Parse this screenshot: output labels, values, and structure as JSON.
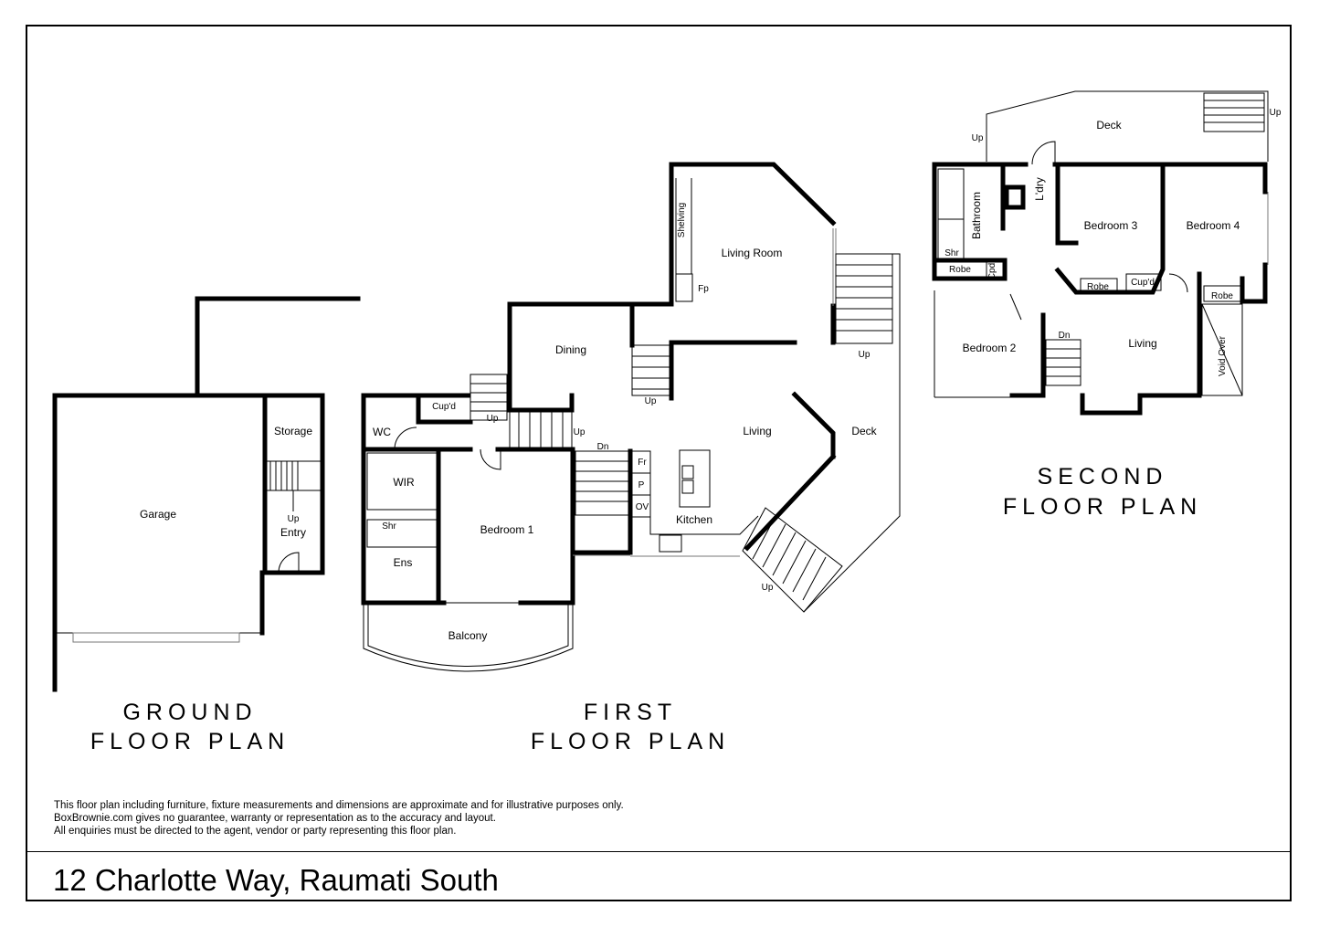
{
  "address": "12 Charlotte Way, Raumati South",
  "disclaimer": {
    "line1": "This floor plan including furniture, fixture measurements and dimensions are approximate and for illustrative purposes only.",
    "line2": "BoxBrownie.com gives no guarantee, warranty or representation as to the accuracy and layout.",
    "line3": "All enquiries must be directed to the agent, vendor or party representing this floor plan."
  },
  "ground": {
    "title_line1": "GROUND",
    "title_line2": "FLOOR PLAN",
    "rooms": {
      "garage": "Garage",
      "storage": "Storage",
      "entry": "Entry",
      "stair_up": "Up"
    }
  },
  "first": {
    "title_line1": "FIRST",
    "title_line2": "FLOOR PLAN",
    "rooms": {
      "living_room": "Living Room",
      "shelving": "Shelving",
      "fp": "Fp",
      "dining": "Dining",
      "living": "Living",
      "kitchen": "Kitchen",
      "fr": "Fr",
      "p": "P",
      "ov": "OV",
      "deck": "Deck",
      "wc": "WC",
      "cupd": "Cup'd",
      "wir": "WIR",
      "bedroom1": "Bedroom 1",
      "shr": "Shr",
      "ens": "Ens",
      "balcony": "Balcony",
      "up_lr": "Up",
      "up_deck": "Up",
      "up_wc": "Up",
      "up_hall": "Up",
      "dn": "Dn",
      "up_stair": "Up"
    }
  },
  "second": {
    "title_line1": "SECOND",
    "title_line2": "FLOOR PLAN",
    "rooms": {
      "deck": "Deck",
      "up_left": "Up",
      "up_right": "Up",
      "bathroom": "Bathroom",
      "shr": "Shr",
      "ldry": "L'dry",
      "bedroom3": "Bedroom 3",
      "bedroom4": "Bedroom 4",
      "robe1": "Robe",
      "cpd": "Cpd",
      "robe2": "Robe",
      "cupd": "Cup'd",
      "robe3": "Robe",
      "bedroom2": "Bedroom 2",
      "dn": "Dn",
      "living": "Living",
      "void_over": "Void Over"
    }
  }
}
